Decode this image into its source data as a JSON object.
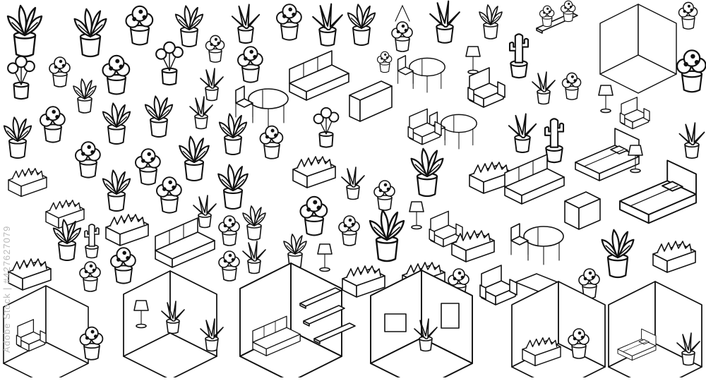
{
  "watermark": {
    "brand": "Adobe Stock",
    "separator": "|",
    "id": "#427627079"
  },
  "scene": {
    "style": "black line art, isometric houseplants and furniture",
    "line_color": "#111111",
    "background_color": "#ffffff",
    "watermark_color": "#b9b9b9"
  }
}
